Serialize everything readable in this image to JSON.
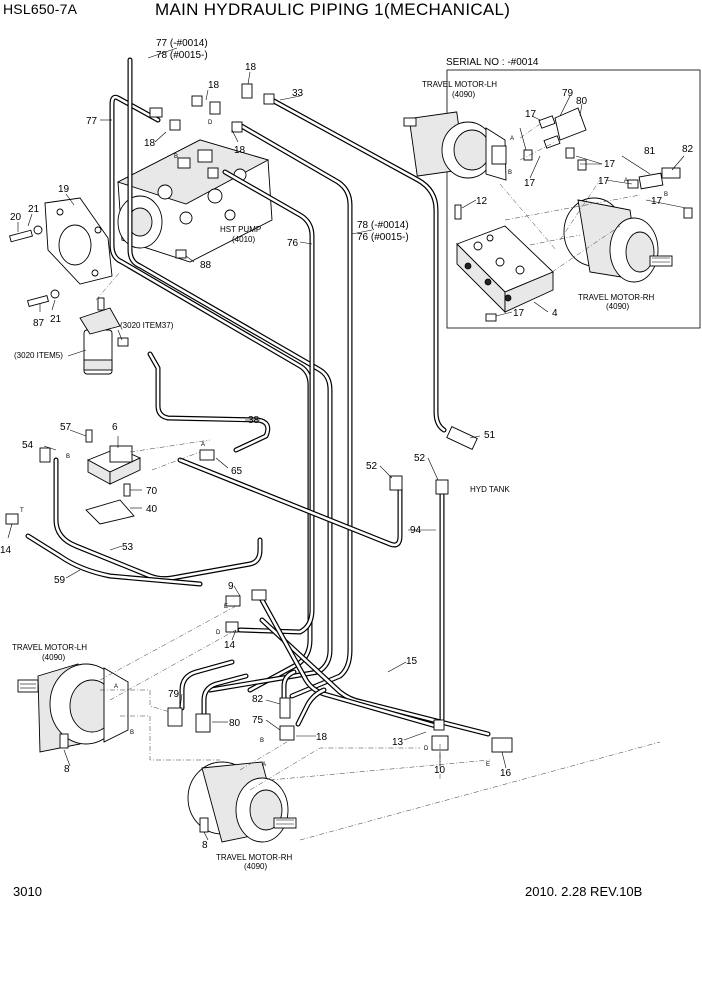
{
  "header": {
    "model": "HSL650-7A",
    "title": "MAIN HYDRAULIC PIPING 1(MECHANICAL)"
  },
  "inset": {
    "serial": "SERIAL NO : -#0014"
  },
  "components": {
    "hst_pump": "HST PUMP",
    "hst_pump_code": "(4010)",
    "travel_motor_lh": "TRAVEL MOTOR-LH",
    "travel_motor_rh": "TRAVEL MOTOR-RH",
    "motor_code": "(4090)",
    "hyd_tank": "HYD TANK",
    "filter_item37": "(3020 ITEM37)",
    "filter_item5": "(3020 ITEM5)"
  },
  "variants": {
    "l77a": "77 (-#0014)",
    "l78a": "78 (#0015-)",
    "l78b": "78 (-#0014)",
    "l76b": "76 (#0015-)"
  },
  "parts": {
    "p77": "77",
    "p18": "18",
    "p33": "33",
    "p19": "19",
    "p20": "20",
    "p21": "21",
    "p76": "76",
    "p88": "88",
    "p87": "87",
    "p38": "38",
    "p57": "57",
    "p6": "6",
    "p54": "54",
    "p65": "65",
    "p70": "70",
    "p40": "40",
    "p14": "14",
    "p53": "53",
    "p59": "59",
    "p9": "9",
    "p51": "51",
    "p52": "52",
    "p94": "94",
    "p15": "15",
    "p79": "79",
    "p80": "80",
    "p82": "82",
    "p75": "75",
    "p13": "13",
    "p10": "10",
    "p16": "16",
    "p8": "8",
    "p17": "17",
    "p12": "12",
    "p81": "81",
    "p4": "4"
  },
  "ports": {
    "a": "A",
    "b": "B",
    "d": "D",
    "e": "E",
    "t": "T"
  },
  "footer": {
    "page": "3010",
    "date_rev": "2010. 2.28  REV.10B"
  }
}
